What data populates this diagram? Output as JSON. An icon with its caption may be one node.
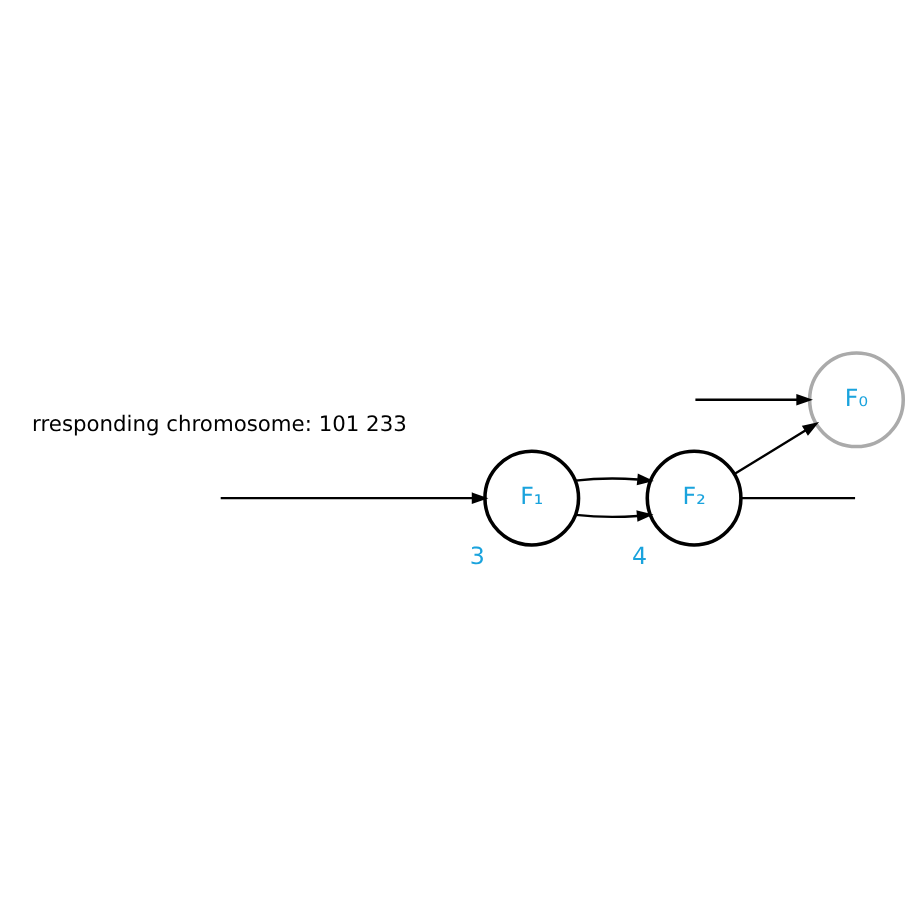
{
  "diagram": {
    "nodes": [
      {
        "text": [
          "F₁"
        ],
        "beside": [
          "3"
        ]
      },
      {
        "text": [
          "F₂"
        ],
        "beside": [
          "4"
        ]
      },
      {
        "text": [
          "F₀"
        ]
      }
    ],
    "edges": [
      {
        "from": null,
        "to": 0,
        "arrow": "to"
      },
      {
        "from": null,
        "to": 2,
        "arrow": "to"
      },
      {
        "from": 0,
        "to": 1,
        "arrow": "to"
      },
      {
        "from": 0,
        "to": 1,
        "arrow": "to"
      },
      {
        "from": 1,
        "to": 2,
        "arrow": "to"
      },
      {
        "from": 1,
        "to": null,
        "arrow": "none"
      }
    ],
    "labels": [
      "rresponding chromosome: 101 233"
    ]
  }
}
